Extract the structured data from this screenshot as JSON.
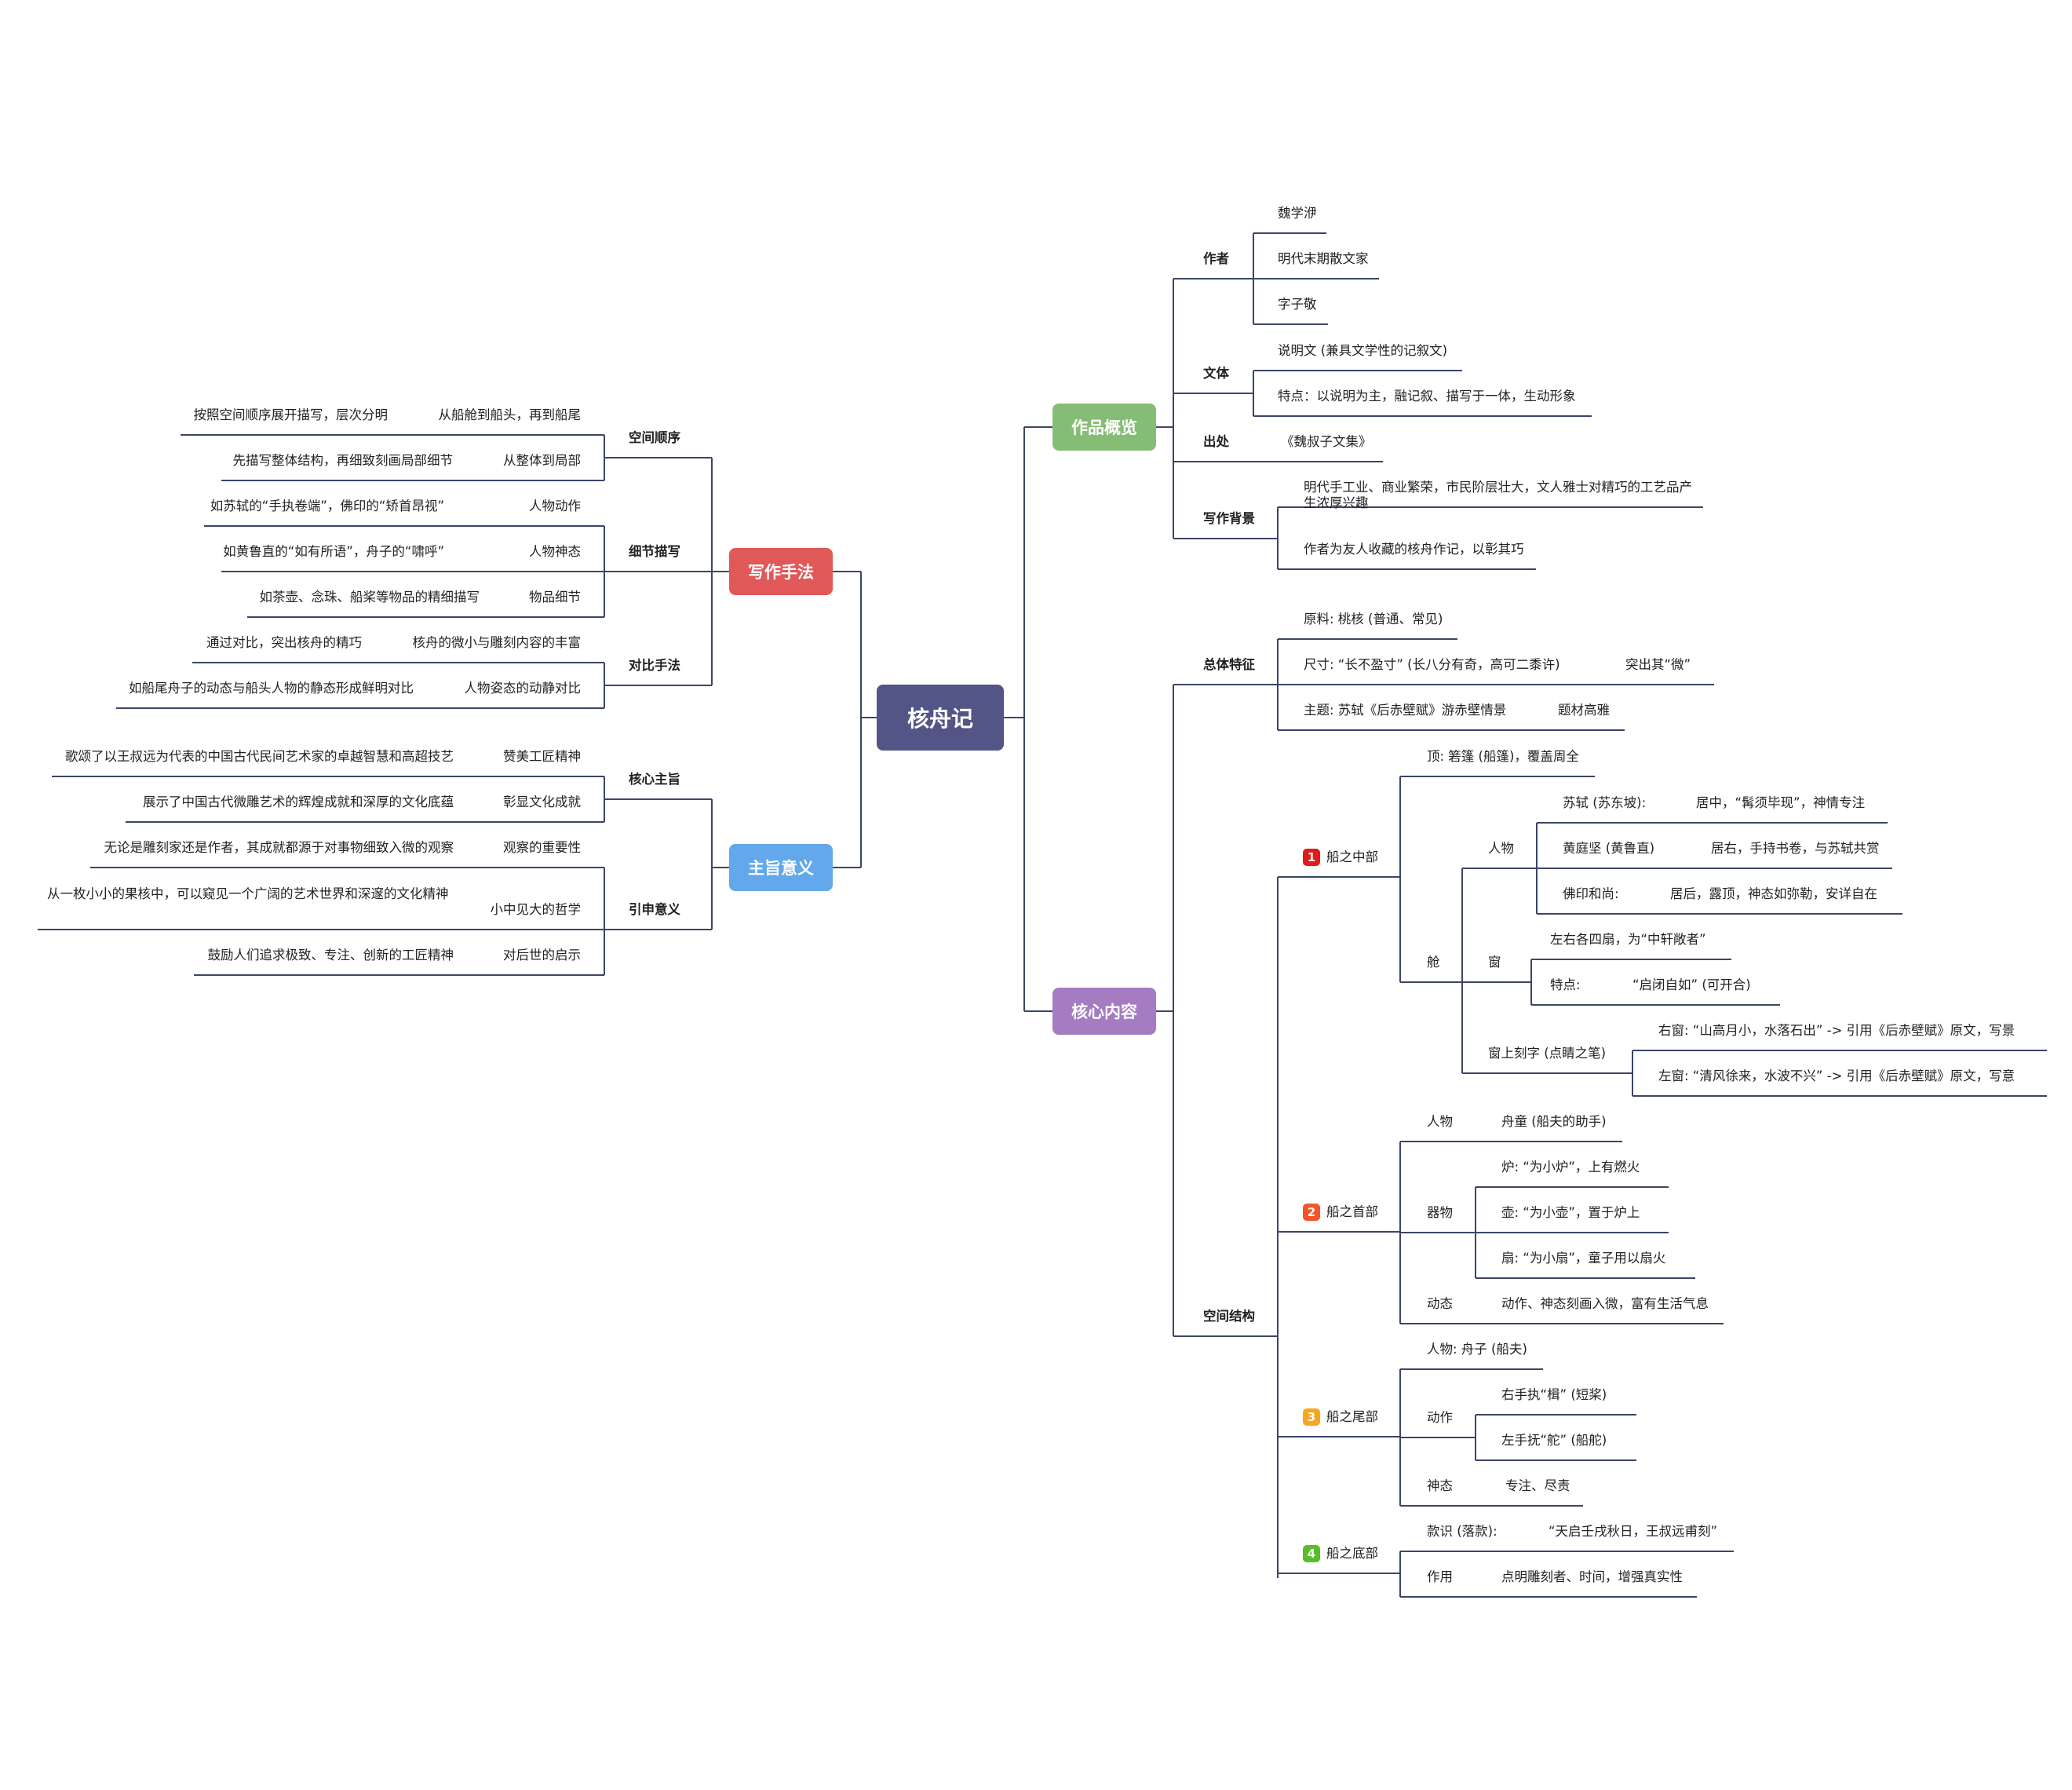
{
  "colors": {
    "root": "#525585",
    "overview": "#86bd76",
    "core": "#a57cc2",
    "writing": "#e05858",
    "theme": "#62a8ea",
    "line": "#3c4568",
    "num1": "#e01b1b",
    "num2": "#f5542a",
    "num3": "#f7a622",
    "num4": "#58bd2a"
  },
  "root": "核舟记",
  "overview": {
    "label": "作品概览",
    "author": {
      "label": "作者",
      "items": [
        "魏学洢",
        "明代末期散文家",
        "字子敬"
      ]
    },
    "genre": {
      "label": "文体",
      "items": [
        "说明文 (兼具文学性的记叙文)",
        "特点：以说明为主，融记叙、描写于一体，生动形象"
      ]
    },
    "source": {
      "label": "出处",
      "items": [
        "《魏叔子文集》"
      ]
    },
    "background": {
      "label": "写作背景",
      "items": [
        "明代手工业、商业繁荣，市民阶层壮大，文人雅士对精巧的工艺品产生浓厚兴趣",
        "作者为友人收藏的核舟作记，以彰其巧"
      ]
    }
  },
  "core": {
    "label": "核心内容",
    "overall": {
      "label": "总体特征",
      "material": "原料: 桃核 (普通、常见)",
      "size": "尺寸: “长不盈寸” (长八分有奇，高可二黍许)",
      "size_note": "突出其“微”",
      "theme": "主题: 苏轼《后赤壁赋》游赤壁情景",
      "theme_note": "题材高雅"
    },
    "space": {
      "label": "空间结构",
      "middle": {
        "num": "1",
        "label": "船之中部",
        "top": "顶: 箬篷 (船篷)，覆盖周全",
        "cabin": "舱",
        "people": "人物",
        "people_items": [
          {
            "name": "苏轼 (苏东坡):",
            "desc": "居中，“髯须毕现”，神情专注"
          },
          {
            "name": "黄庭坚 (黄鲁直)",
            "desc": "居右，手持书卷，与苏轼共赏"
          },
          {
            "name": "佛印和尚:",
            "desc": "居后，露顶，神态如弥勒，安详自在"
          }
        ],
        "window": "窗",
        "window_count": "左右各四扇，为“中轩敞者”",
        "window_feature_label": "特点:",
        "window_feature": "“启闭自如” (可开合)",
        "carving": "窗上刻字 (点睛之笔)",
        "right_window": "右窗: “山高月小，水落石出” -> 引用《后赤壁赋》原文，写景",
        "left_window": "左窗: “清风徐来，水波不兴” -> 引用《后赤壁赋》原文，写意"
      },
      "bow": {
        "num": "2",
        "label": "船之首部",
        "people": "人物",
        "people_item": "舟童 (船夫的助手)",
        "objects": "器物",
        "object_items": [
          "炉: “为小炉”，上有燃火",
          "壶: “为小壶”，置于炉上",
          "扇: “为小扇”，童子用以扇火"
        ],
        "dynamic": "动态",
        "dynamic_item": "动作、神态刻画入微，富有生活气息"
      },
      "stern": {
        "num": "3",
        "label": "船之尾部",
        "people": "人物: 舟子 (船夫)",
        "action": "动作",
        "action_items": [
          "右手执“楫” (短桨)",
          "左手抚“舵” (船舵)"
        ],
        "manner": "神态",
        "manner_item": "专注、尽责"
      },
      "bottom": {
        "num": "4",
        "label": "船之底部",
        "inscription": "款识 (落款):",
        "inscription_text": "“天启壬戌秋日，王叔远甫刻”",
        "role": "作用",
        "role_text": "点明雕刻者、时间，增强真实性"
      }
    }
  },
  "writing": {
    "label": "写作手法",
    "spatial": {
      "label": "空间顺序",
      "items": [
        {
          "key": "从船舱到船头，再到船尾",
          "desc": "按照空间顺序展开描写，层次分明"
        },
        {
          "key": "从整体到局部",
          "desc": "先描写整体结构，再细致刻画局部细节"
        }
      ]
    },
    "detail": {
      "label": "细节描写",
      "items": [
        {
          "key": "人物动作",
          "desc": "如苏轼的“手执卷端”，佛印的“矫首昂视”"
        },
        {
          "key": "人物神态",
          "desc": "如黄鲁直的“如有所语”，舟子的“啸呼”"
        },
        {
          "key": "物品细节",
          "desc": "如茶壶、念珠、船桨等物品的精细描写"
        }
      ]
    },
    "contrast": {
      "label": "对比手法",
      "items": [
        {
          "key": "核舟的微小与雕刻内容的丰富",
          "desc": "通过对比，突出核舟的精巧"
        },
        {
          "key": "人物姿态的动静对比",
          "desc": "如船尾舟子的动态与船头人物的静态形成鲜明对比"
        }
      ]
    }
  },
  "theme": {
    "label": "主旨意义",
    "main": {
      "label": "核心主旨",
      "items": [
        {
          "key": "赞美工匠精神",
          "desc": "歌颂了以王叔远为代表的中国古代民间艺术家的卓越智慧和高超技艺"
        },
        {
          "key": "彰显文化成就",
          "desc": "展示了中国古代微雕艺术的辉煌成就和深厚的文化底蕴"
        }
      ]
    },
    "extended": {
      "label": "引申意义",
      "items": [
        {
          "key": "观察的重要性",
          "desc": "无论是雕刻家还是作者，其成就都源于对事物细致入微的观察"
        },
        {
          "key": "小中见大的哲学",
          "desc": "从一枚小小的果核中，可以窥见一个广阔的艺术世界和深邃的文化精神"
        },
        {
          "key": "对后世的启示",
          "desc": "鼓励人们追求极致、专注、创新的工匠精神"
        }
      ]
    }
  }
}
